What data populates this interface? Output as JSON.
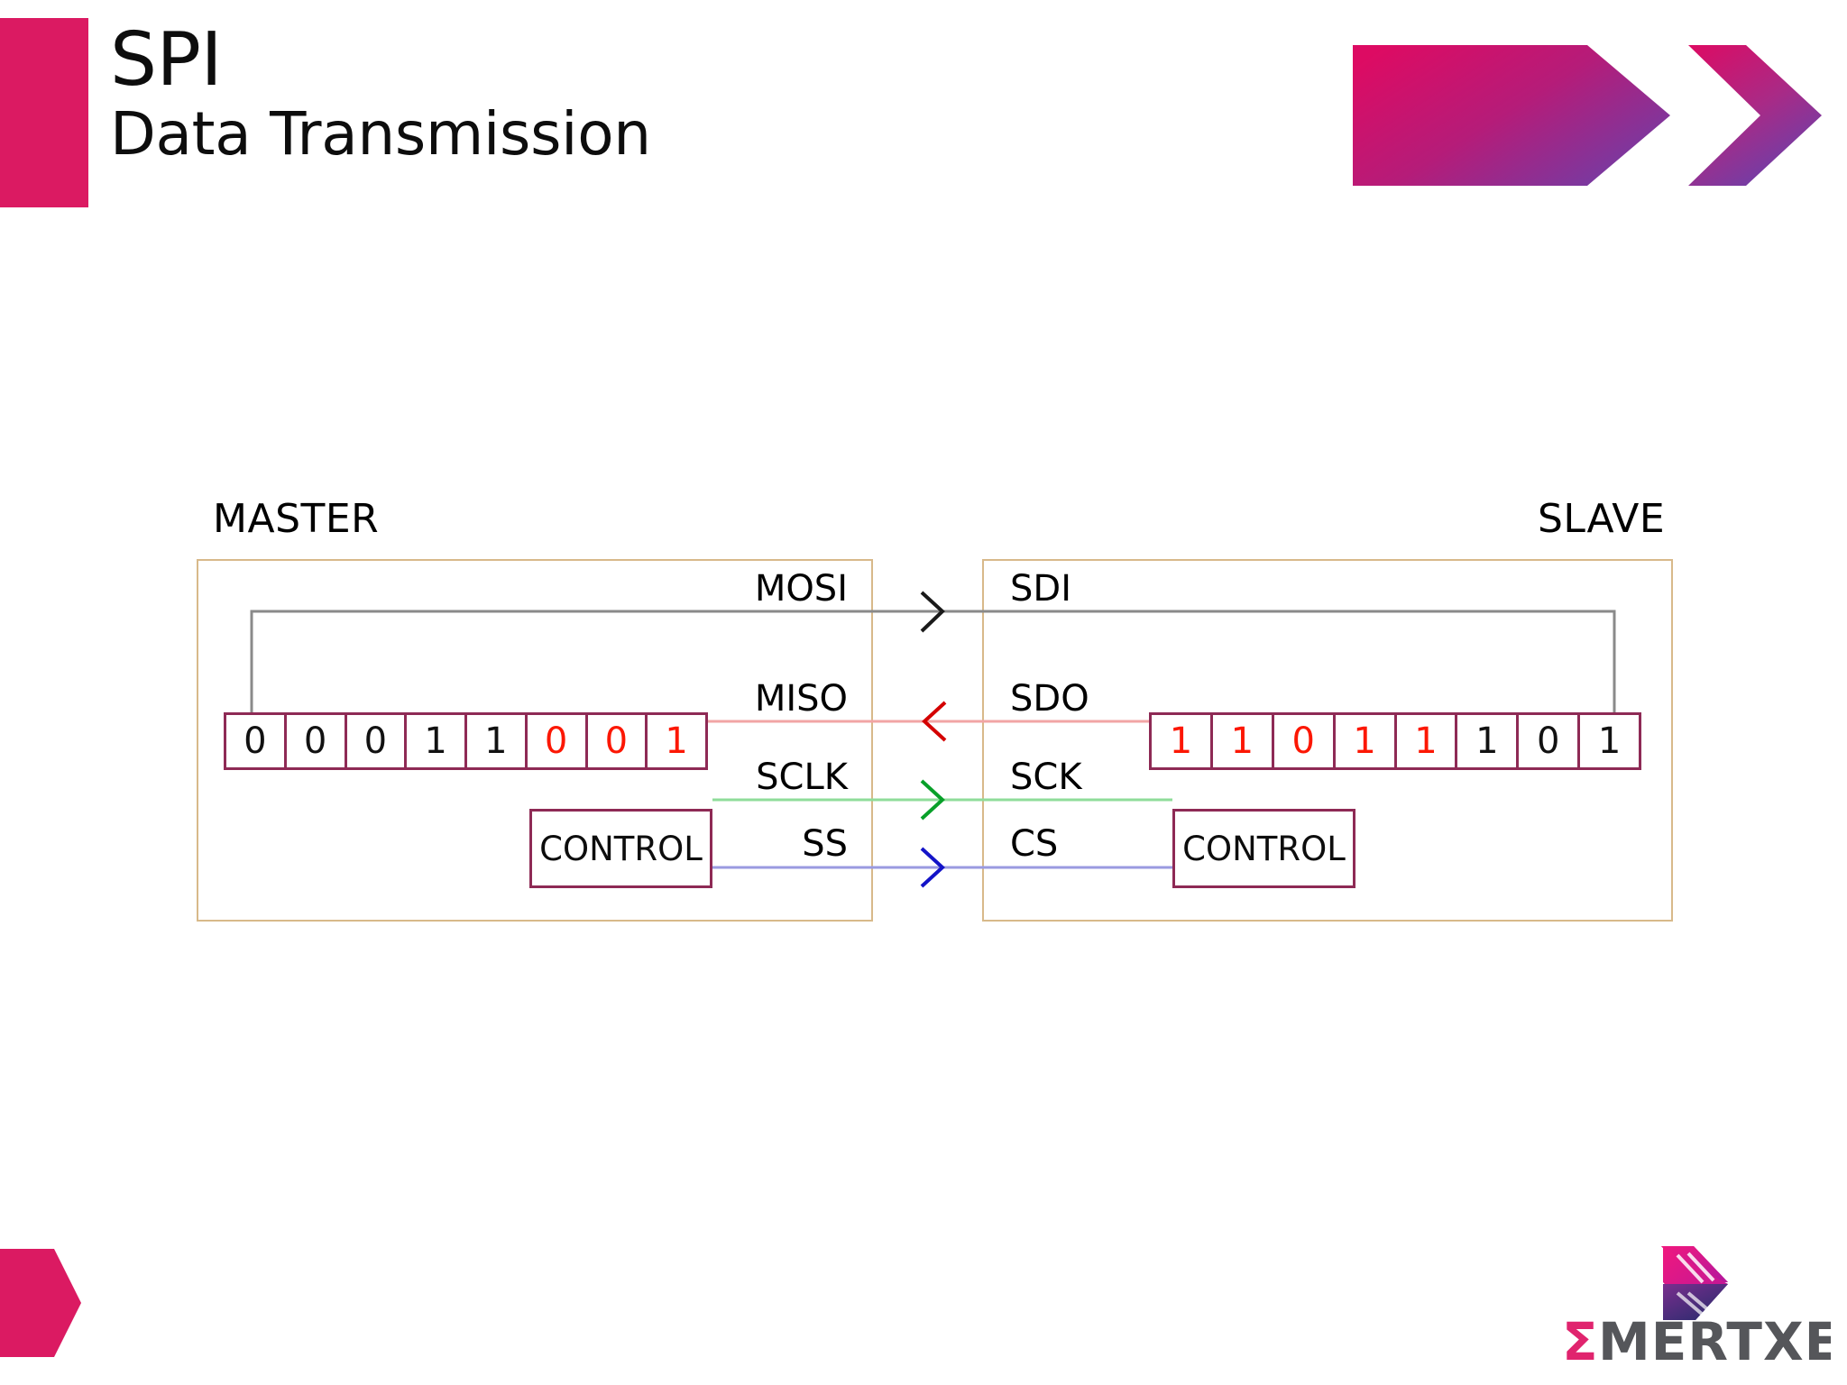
{
  "slide": {
    "title": "SPI",
    "subtitle": "Data Transmission",
    "accent_color": "#DB1A62",
    "banner_gradient_from": "#DD0B63",
    "banner_gradient_to": "#6D3FA8"
  },
  "diagram": {
    "master_label": "MASTER",
    "slave_label": "SLAVE",
    "master_register": {
      "name": "master-shift-register",
      "bits": [
        {
          "value": "0",
          "highlight": false
        },
        {
          "value": "0",
          "highlight": false
        },
        {
          "value": "0",
          "highlight": false
        },
        {
          "value": "1",
          "highlight": false
        },
        {
          "value": "1",
          "highlight": false
        },
        {
          "value": "0",
          "highlight": true
        },
        {
          "value": "0",
          "highlight": true
        },
        {
          "value": "1",
          "highlight": true
        }
      ]
    },
    "slave_register": {
      "name": "slave-shift-register",
      "bits": [
        {
          "value": "1",
          "highlight": true
        },
        {
          "value": "1",
          "highlight": true
        },
        {
          "value": "0",
          "highlight": true
        },
        {
          "value": "1",
          "highlight": true
        },
        {
          "value": "1",
          "highlight": true
        },
        {
          "value": "1",
          "highlight": false
        },
        {
          "value": "0",
          "highlight": false
        },
        {
          "value": "1",
          "highlight": false
        }
      ]
    },
    "master_control_label": "CONTROL",
    "slave_control_label": "CONTROL",
    "signals": [
      {
        "master": "MOSI",
        "slave": "SDI",
        "direction": "right",
        "color": "#8a8a8a",
        "arrow_color": "#1a1a1a"
      },
      {
        "master": "MISO",
        "slave": "SDO",
        "direction": "left",
        "color": "#f2a5a5",
        "arrow_color": "#d40000"
      },
      {
        "master": "SCLK",
        "slave": "SCK",
        "direction": "right",
        "color": "#8fdc9a",
        "arrow_color": "#08a029"
      },
      {
        "master": "SS",
        "slave": "CS",
        "direction": "right",
        "color": "#9a9ae0",
        "arrow_color": "#1414c8"
      }
    ],
    "highlight_color": "#fc1703",
    "register_border_color": "#8e2a55",
    "panel_border_color": "#d8b98a"
  },
  "footer": {
    "brand_name": "MERTXE",
    "brand_sigma": "Σ",
    "brand_text_color": "#55565A",
    "brand_sigma_color": "#E0246E"
  }
}
